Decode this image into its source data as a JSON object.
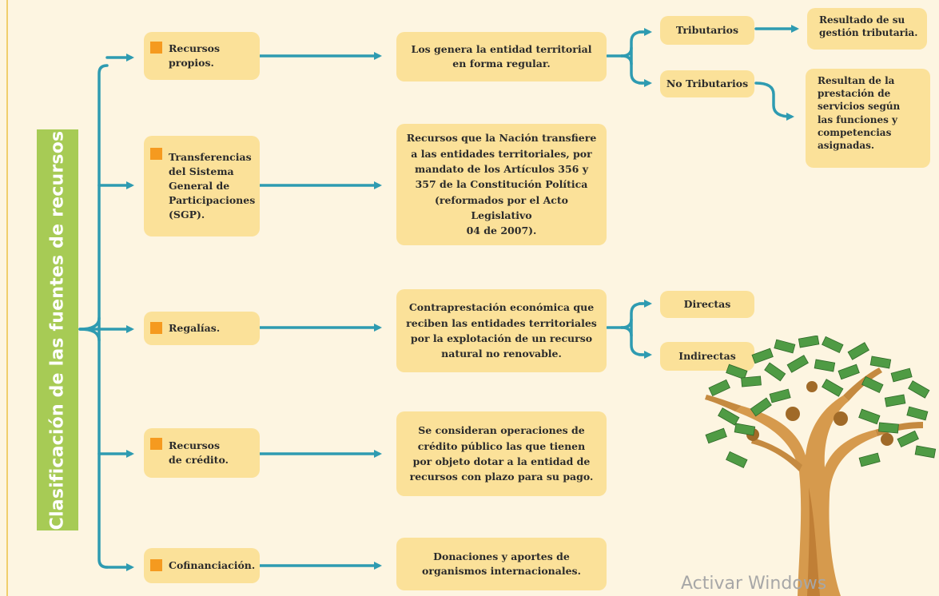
{
  "title": "Clasificación de las fuentes de recursos",
  "categories": [
    {
      "label": "Recursos\npropios."
    },
    {
      "label": "Transferencias\ndel Sistema\nGeneral de\nParticipaciones\n(SGP)."
    },
    {
      "label": "Regalías."
    },
    {
      "label": "Recursos\nde crédito."
    },
    {
      "label": "Cofinanciación."
    }
  ],
  "descriptions": [
    {
      "text": "Los genera la entidad territorial\nen forma regular."
    },
    {
      "text": "Recursos que la Nación transfiere\na las entidades territoriales, por\nmandato de los Artículos 356 y\n357 de la Constitución Política\n(reformados por el Acto Legislativo\n04 de 2007)."
    },
    {
      "text": "Contraprestación económica que\nreciben las entidades territoriales\npor la explotación de un recurso\nnatural no renovable."
    },
    {
      "text": "Se consideran operaciones de\ncrédito público las que tienen\npor objeto dotar a la entidad de\nrecursos con plazo para su pago."
    },
    {
      "text": "Donaciones y aportes de\norganismos internacionales."
    }
  ],
  "subtypes": {
    "propios": [
      "Tributarios",
      "No Tributarios"
    ],
    "regalias": [
      "Directas",
      "Indirectas"
    ]
  },
  "notes": {
    "tributarios": "Resultado de su\ngestión tributaria.",
    "no_tributarios": "Resultan de la\nprestación de\nservicios según\nlas funciones y\ncompetencias\nasignadas."
  },
  "watermark": "Activar Windows",
  "colors": {
    "background": "#fdf5e1",
    "box": "#fbe199",
    "title_bar": "#a7cb55",
    "connector": "#2e9bb1",
    "bullet": "#f59a1f"
  }
}
